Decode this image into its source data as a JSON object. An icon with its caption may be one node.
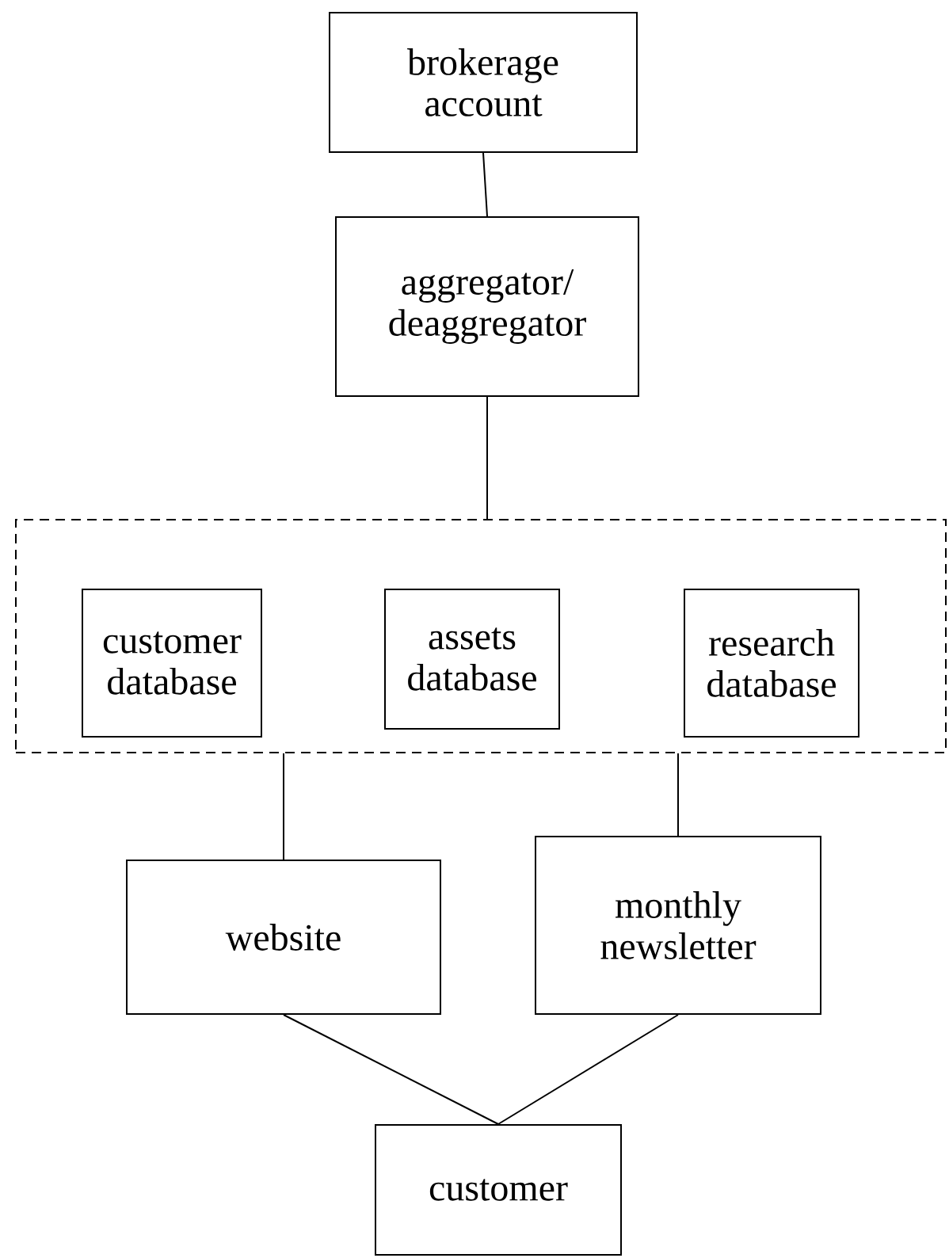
{
  "diagram": {
    "nodes": [
      {
        "text": [
          "brokerage account"
        ]
      },
      {
        "text": [
          "aggregator/ deaggregator"
        ]
      },
      {
        "text": [],
        "shape": "box"
      },
      {
        "text": [
          "customer database"
        ],
        "in": 2
      },
      {
        "text": [
          "assets database"
        ],
        "in": 2
      },
      {
        "text": [
          "research database"
        ],
        "in": 2
      },
      {
        "text": [
          "website"
        ]
      },
      {
        "text": [
          "monthly newsletter"
        ]
      },
      {
        "text": [
          "customer"
        ]
      }
    ],
    "edges": [
      {
        "from": 0,
        "to": 1,
        "arrow": "none"
      },
      {
        "from": 1,
        "to": 2,
        "arrow": "none"
      },
      {
        "from": 2,
        "to": 6,
        "arrow": "none"
      },
      {
        "from": 2,
        "to": 7,
        "arrow": "none"
      },
      {
        "from": 6,
        "to": 8,
        "arrow": "none"
      },
      {
        "from": 7,
        "to": 8,
        "arrow": "none"
      }
    ]
  }
}
